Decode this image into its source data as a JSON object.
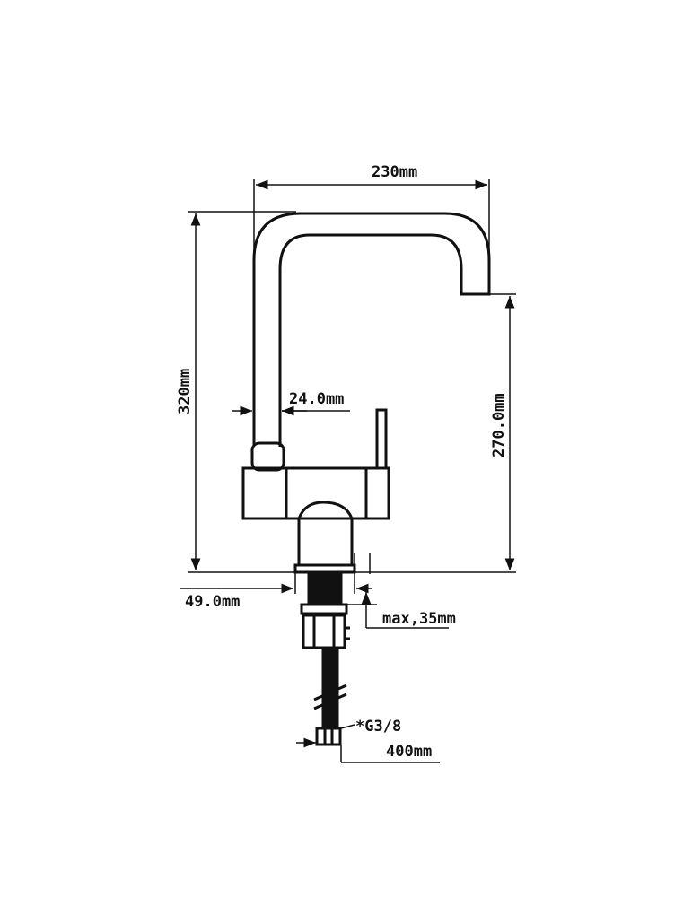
{
  "colors": {
    "ink": "#111111",
    "background": "#ffffff"
  },
  "labels": {
    "width_top": "230mm",
    "height_total": "320mm",
    "spout_diameter": "24.0mm",
    "spout_height": "270.0mm",
    "base_diameter": "49.0mm",
    "max_thickness": "max,35mm",
    "thread": "*G3/8",
    "hose_length": "400mm"
  }
}
